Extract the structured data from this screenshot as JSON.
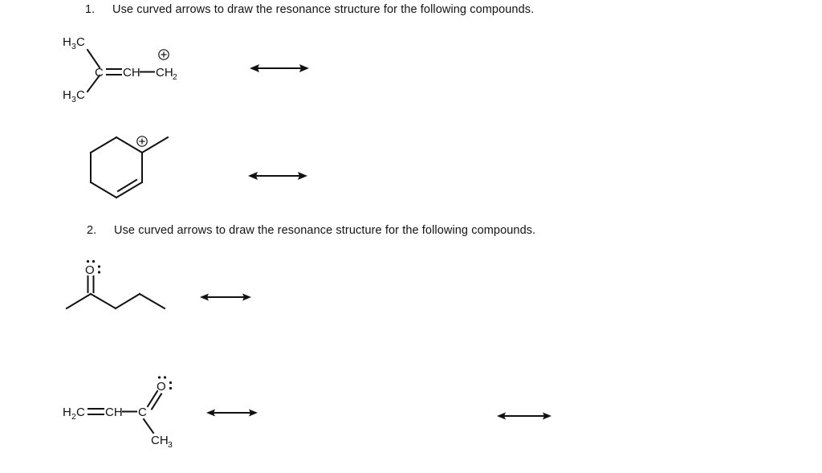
{
  "document": {
    "background_color": "#ffffff",
    "ink_color": "#111111",
    "type": "organic-chemistry-worksheet"
  },
  "questions": [
    {
      "number": "1.",
      "text": "Use curved arrows to draw the resonance structure for the following compounds."
    },
    {
      "number": "2.",
      "text": "Use curved arrows to draw the resonance structure for the following compounds."
    }
  ],
  "structures": [
    {
      "id": "allylic-cation-dimethyl",
      "name": "3-methyl-2-butenyl cation",
      "labels": {
        "methyl_top": "H3C",
        "methyl_top_main": "H",
        "methyl_top_sub": "3",
        "methyl_top_tail": "C",
        "methyl_bottom": "H3C",
        "center_carbon": "C",
        "vinyl_ch": "CH",
        "terminal": "CH2",
        "terminal_main": "CH",
        "terminal_sub": "2",
        "charge": "+"
      }
    },
    {
      "id": "methylcyclohexenyl-cation",
      "name": "1-methyl-2-cyclohexenyl cation",
      "labels": {
        "charge": "+"
      }
    },
    {
      "id": "pentan-2-one",
      "name": "2-pentanone",
      "labels": {
        "oxygen": "O",
        "lone_pairs": ":"
      }
    },
    {
      "id": "methyl-vinyl-ketone",
      "name": "but-3-en-2-one",
      "labels": {
        "ch2": "H2C",
        "ch2_main": "H",
        "ch2_sub": "2",
        "ch2_tail": "C",
        "ch": "CH",
        "carbonyl_carbon": "C",
        "oxygen": "O",
        "lone_pairs": ":",
        "methyl": "CH3",
        "methyl_main": "CH",
        "methyl_sub": "3"
      }
    }
  ],
  "arrows": [
    {
      "id": "resonance-arrow-1",
      "type": "double-headed-resonance-arrow"
    },
    {
      "id": "resonance-arrow-2",
      "type": "double-headed-resonance-arrow"
    },
    {
      "id": "resonance-arrow-3",
      "type": "double-headed-resonance-arrow"
    },
    {
      "id": "resonance-arrow-4",
      "type": "double-headed-resonance-arrow"
    },
    {
      "id": "resonance-arrow-5",
      "type": "double-headed-resonance-arrow"
    }
  ]
}
